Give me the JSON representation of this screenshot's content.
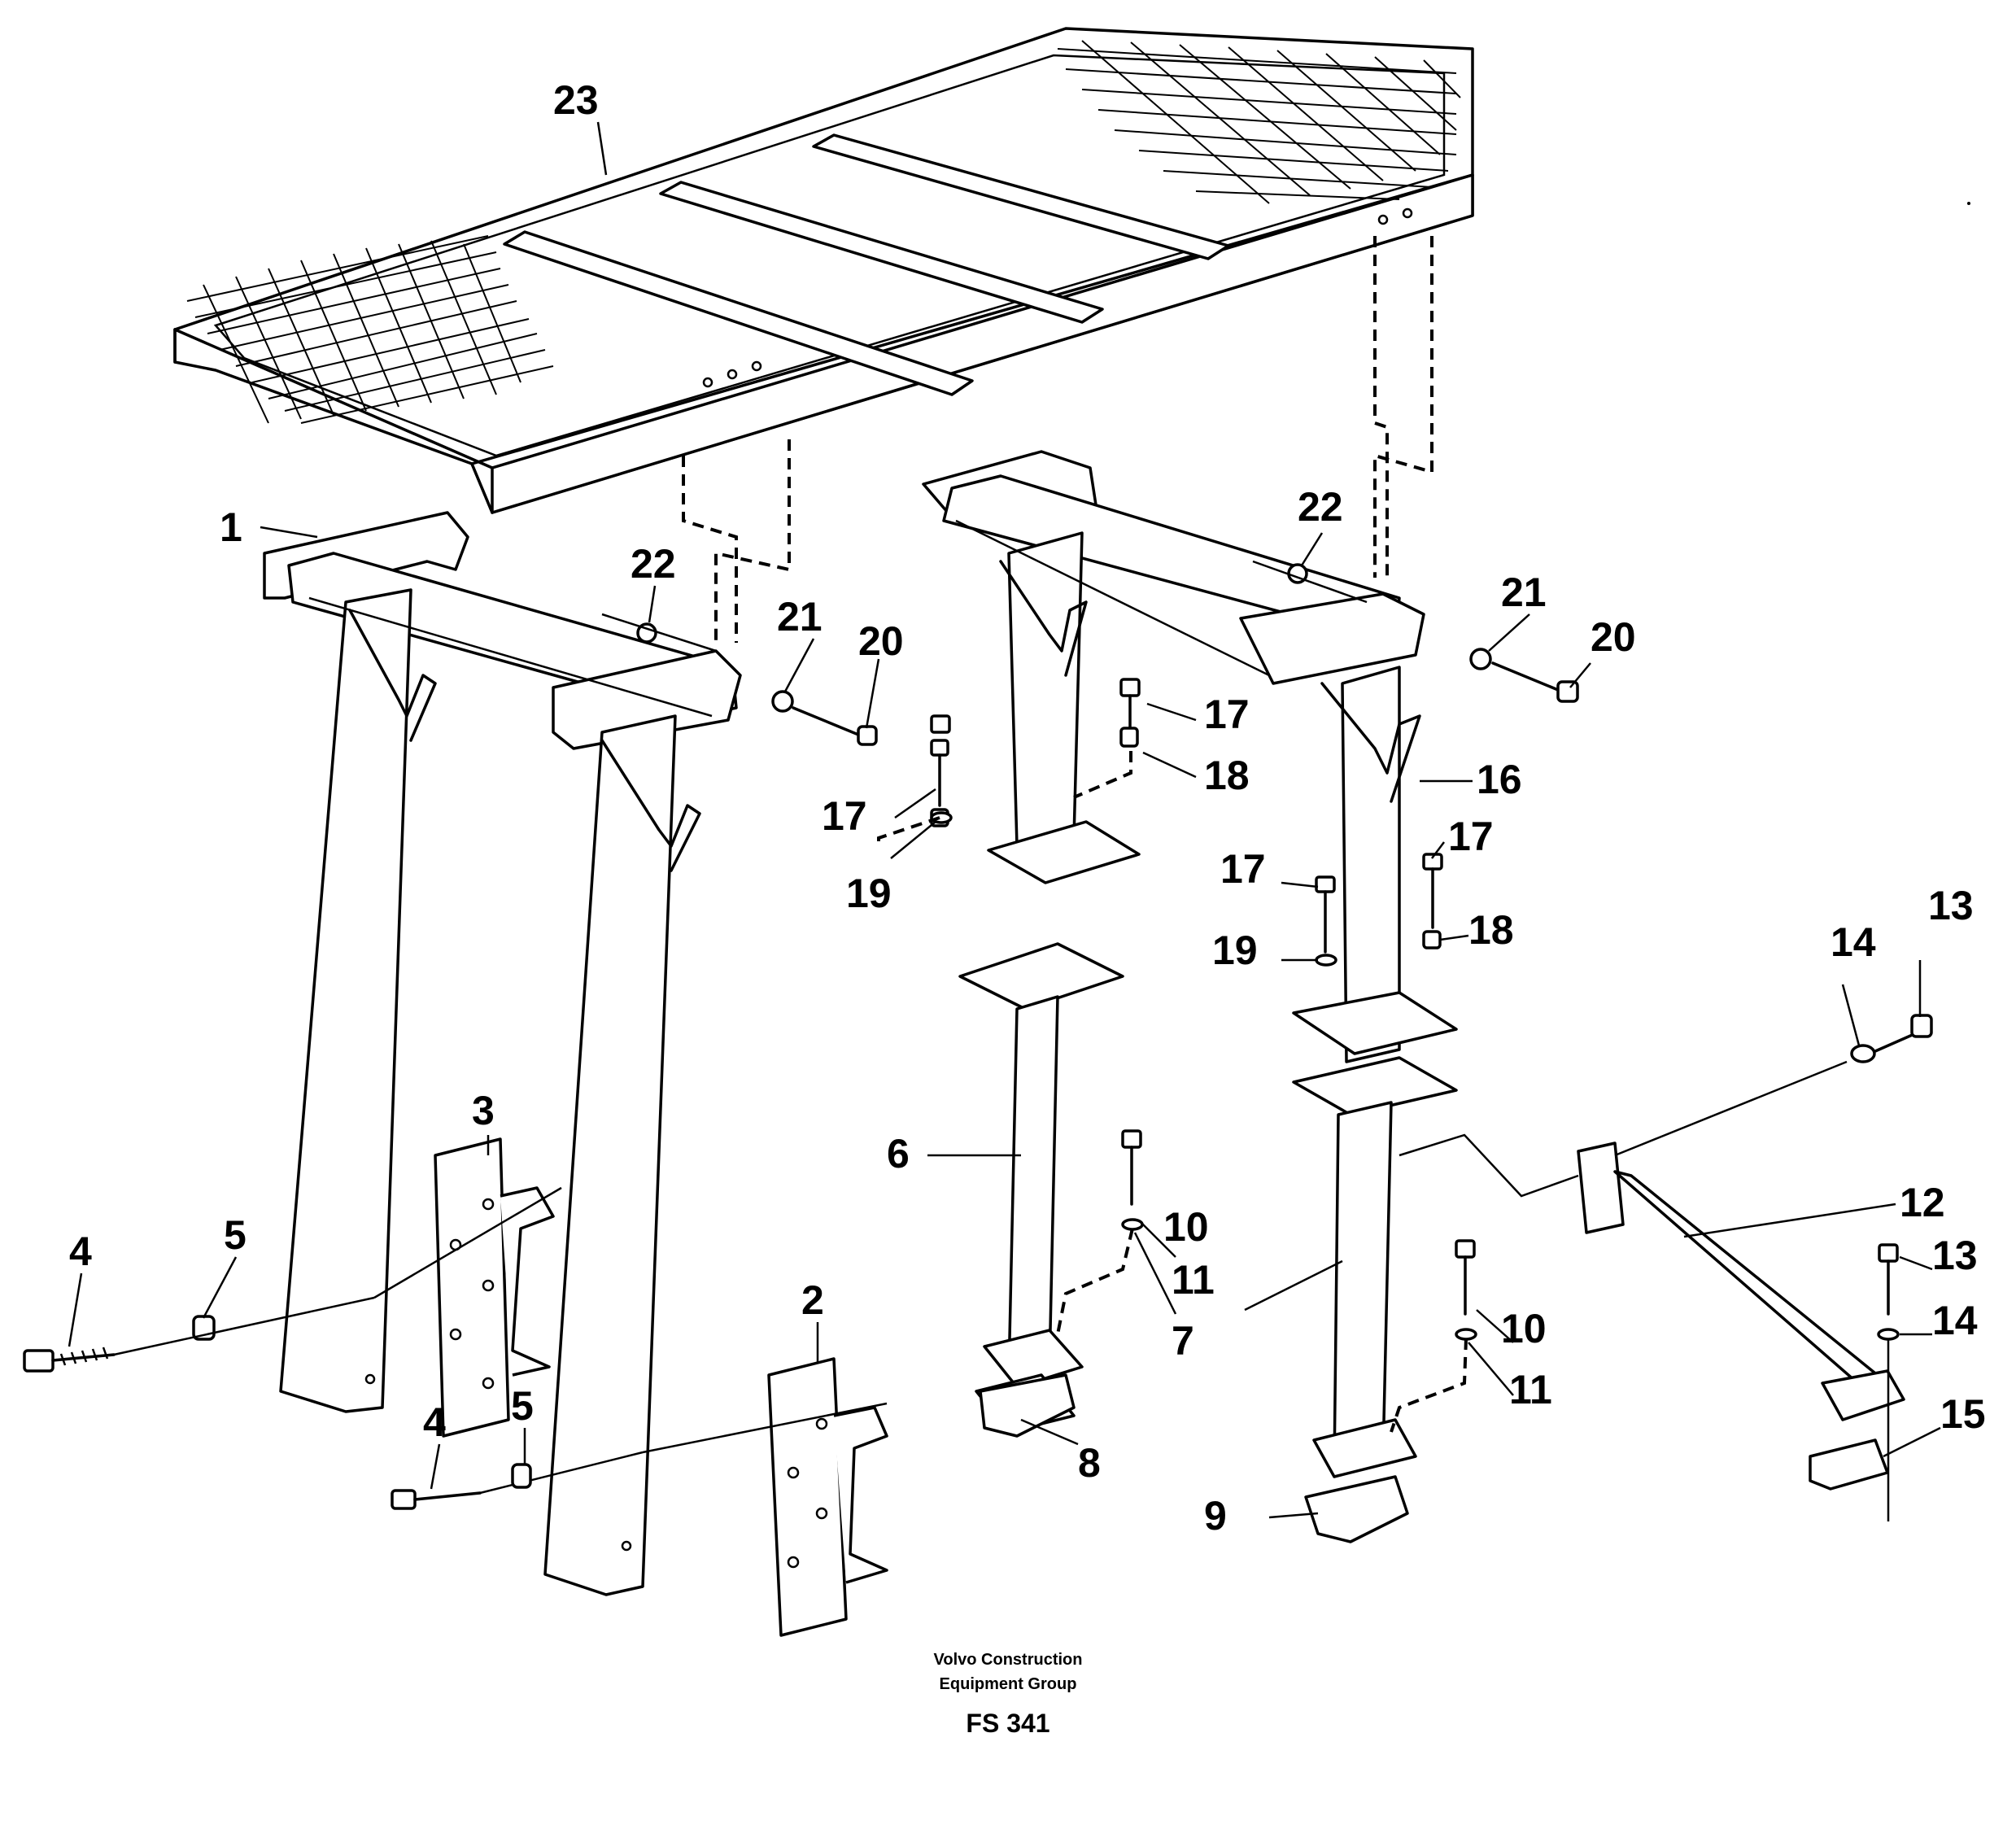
{
  "part_numbers": [
    "1",
    "2",
    "3",
    "4",
    "4",
    "5",
    "5",
    "6",
    "7",
    "8",
    "9",
    "10",
    "10",
    "11",
    "11",
    "12",
    "13",
    "13",
    "14",
    "14",
    "15",
    "16",
    "17",
    "17",
    "17",
    "17",
    "18",
    "18",
    "19",
    "19",
    "20",
    "20",
    "21",
    "21",
    "22",
    "22",
    "23"
  ],
  "footer": {
    "company_line1": "Volvo Construction",
    "company_line2": "Equipment Group",
    "figure_code": "FS 341"
  }
}
